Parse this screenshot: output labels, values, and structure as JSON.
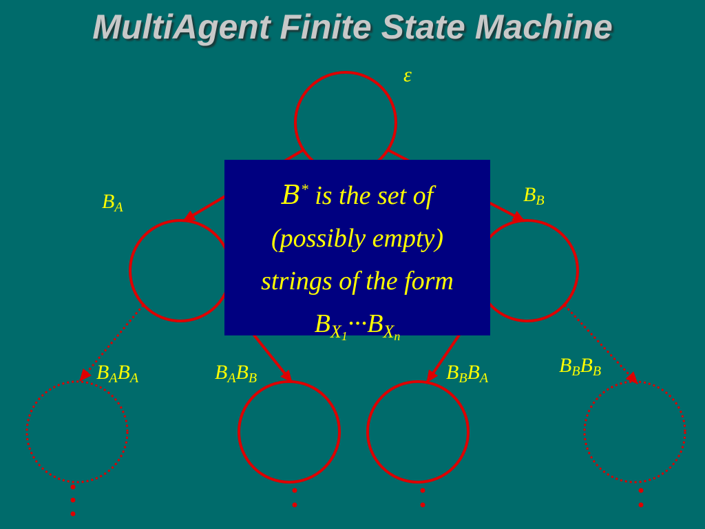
{
  "title": "MultiAgent Finite State Machine",
  "root_label": "ε",
  "edge_labels": {
    "left": {
      "main": "B",
      "sub": "A"
    },
    "right": {
      "main": "B",
      "sub": "B"
    }
  },
  "leaf_labels": [
    {
      "first": "B",
      "first_sub": "A",
      "second": "B",
      "second_sub": "A"
    },
    {
      "first": "B",
      "first_sub": "A",
      "second": "B",
      "second_sub": "B"
    },
    {
      "first": "B",
      "first_sub": "B",
      "second": "B",
      "second_sub": "A"
    },
    {
      "first": "B",
      "first_sub": "B",
      "second": "B",
      "second_sub": "B"
    }
  ],
  "infobox": {
    "script_symbol": "B",
    "superscript": "*",
    "line1_rest": " is the set of",
    "line2": "(possibly empty)",
    "line3": "strings of the form",
    "formula": {
      "first": "B",
      "first_sub": "X",
      "first_subsub": "1",
      "middle": "···B",
      "last_sub": "X",
      "last_subsub": "n"
    }
  },
  "colors": {
    "background": "#006b6b",
    "state_stroke": "#dd0000",
    "label": "#ffff00",
    "infobox_bg": "#000080",
    "title": "#c8c8c8"
  }
}
